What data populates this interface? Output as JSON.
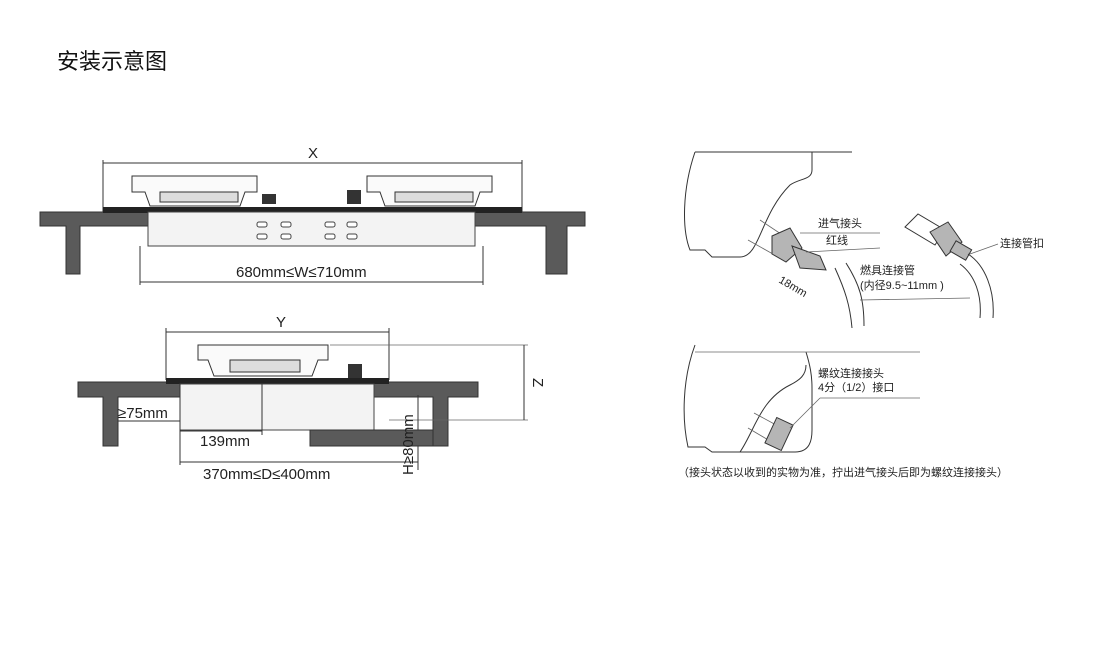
{
  "title": "安装示意图",
  "top_view": {
    "x_label": "X",
    "w_label": "680mm≤W≤710mm"
  },
  "side_view": {
    "y_label": "Y",
    "z_label": "Z",
    "clearance_label": "≥75mm",
    "offset_label": "139mm",
    "d_label": "370mm≤D≤400mm",
    "h_label": "H≥80mm"
  },
  "connection_view": {
    "inlet_label": "进气接头",
    "red_line_label": "红线",
    "length_label": "18mm",
    "hose_label": "燃具连接管",
    "hose_spec_label": "(内径9.5~11mm )",
    "clamp_label": "连接管扣"
  },
  "thread_view": {
    "connector_label": "螺纹连接接头",
    "spec_label": "4分（1/2）接口",
    "note": "（接头状态以收到的实物为准，拧出进气接头后即为螺纹连接接头）"
  }
}
